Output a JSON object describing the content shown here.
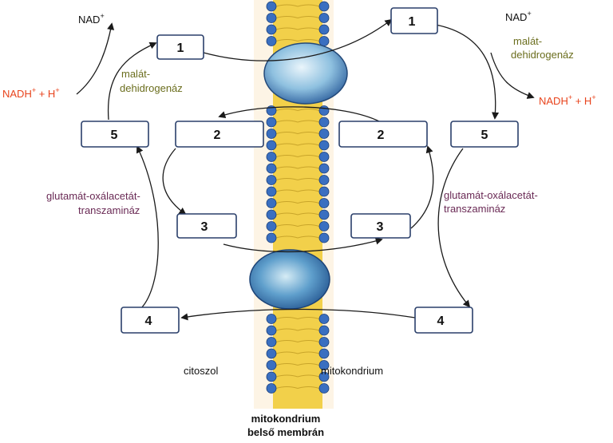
{
  "labels": {
    "left": {
      "nad": "NAD",
      "nadh": "NADH",
      "h_plus": " + H",
      "enzyme_malate_1": "malát-",
      "enzyme_malate_2": "dehidrogenáz",
      "enzyme_got_1": "glutamát-oxálacetát-",
      "enzyme_got_2": "transzamináz",
      "compartment": "citoszol"
    },
    "right": {
      "nad": "NAD",
      "nadh": "NADH",
      "h_plus": " + H",
      "enzyme_malate_1": "malát-",
      "enzyme_malate_2": "dehidrogenáz",
      "enzyme_got_1": "glutamát-oxálacetát-",
      "enzyme_got_2": "transzamináz",
      "compartment": "mitokondrium"
    },
    "membrane_1": "mitokondrium",
    "membrane_2": "belső membrán",
    "plus": "+"
  },
  "boxes": {
    "left_1": "1",
    "left_2": "2",
    "left_3": "3",
    "left_4": "4",
    "left_5": "5",
    "right_1": "1",
    "right_2": "2",
    "right_3": "3",
    "right_4": "4",
    "right_5": "5"
  },
  "colors": {
    "cofactor_red": "#e8431c",
    "enzyme_green": "#6b6e1e",
    "enzyme_purple": "#6a2a55",
    "membrane_yellow": "#f2d04a",
    "lipid_head_blue": "#3a6fc0",
    "transporter_blue": "#5d8fc4",
    "box_border": "#2a3f6a"
  }
}
